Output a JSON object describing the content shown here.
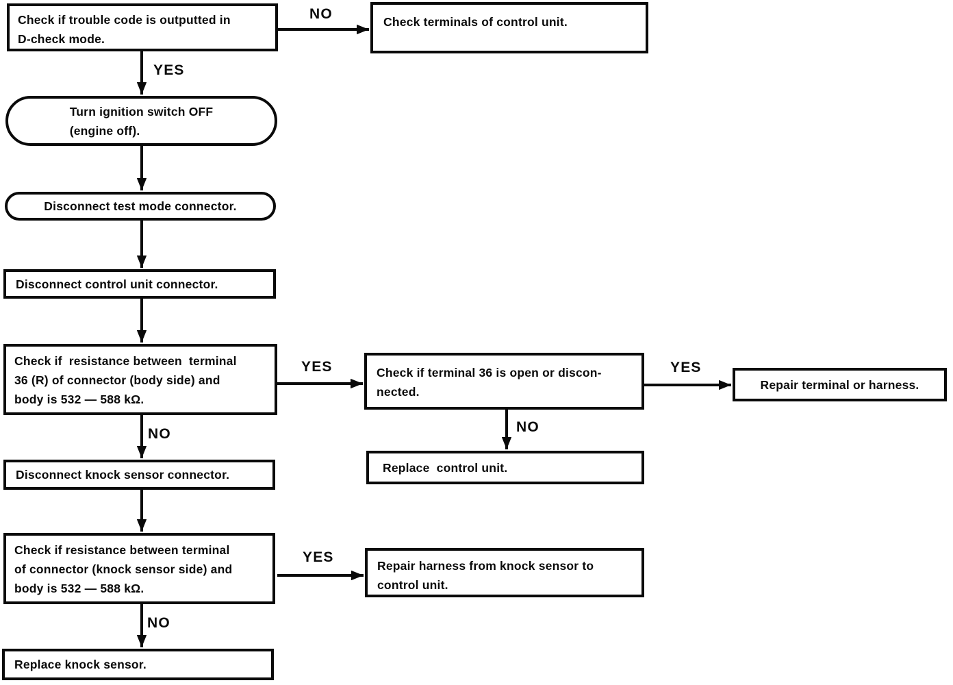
{
  "diagram": {
    "nodes": {
      "check_trouble_code": {
        "text": "Check if trouble code is outputted in\nD-check mode."
      },
      "check_terminals": {
        "text": "Check terminals of control unit."
      },
      "turn_ignition_off": {
        "text": "Turn ignition switch OFF\n(engine off)."
      },
      "disconnect_test_mode": {
        "text": "Disconnect test mode connector."
      },
      "disconnect_control_unit": {
        "text": "Disconnect control unit connector."
      },
      "check_resistance_body_side": {
        "text": "Check if  resistance between  terminal\n36 (R) of connector (body side) and\nbody is 532 — 588 kΩ."
      },
      "check_terminal_36": {
        "text": "Check if terminal 36 is open or discon-\nnected."
      },
      "repair_terminal_or_harness": {
        "text": "Repair terminal or harness."
      },
      "replace_control_unit": {
        "text": "Replace  control unit."
      },
      "disconnect_knock_sensor": {
        "text": "Disconnect knock sensor connector."
      },
      "check_resistance_sensor_side": {
        "text": "Check if resistance between terminal\nof connector (knock sensor side) and\nbody is 532 — 588 kΩ."
      },
      "repair_harness_sensor_to_unit": {
        "text": "Repair harness from knock sensor to\ncontrol unit."
      },
      "replace_knock_sensor": {
        "text": "Replace knock sensor."
      }
    },
    "edge_labels": {
      "trouble_code_no": "NO",
      "trouble_code_yes": "YES",
      "resistance_body_yes": "YES",
      "terminal36_yes": "YES",
      "terminal36_no": "NO",
      "resistance_body_no": "NO",
      "resistance_sensor_yes": "YES",
      "resistance_sensor_no": "NO"
    },
    "colors": {
      "ink": "#0a0a0a",
      "paper": "#ffffff"
    }
  }
}
